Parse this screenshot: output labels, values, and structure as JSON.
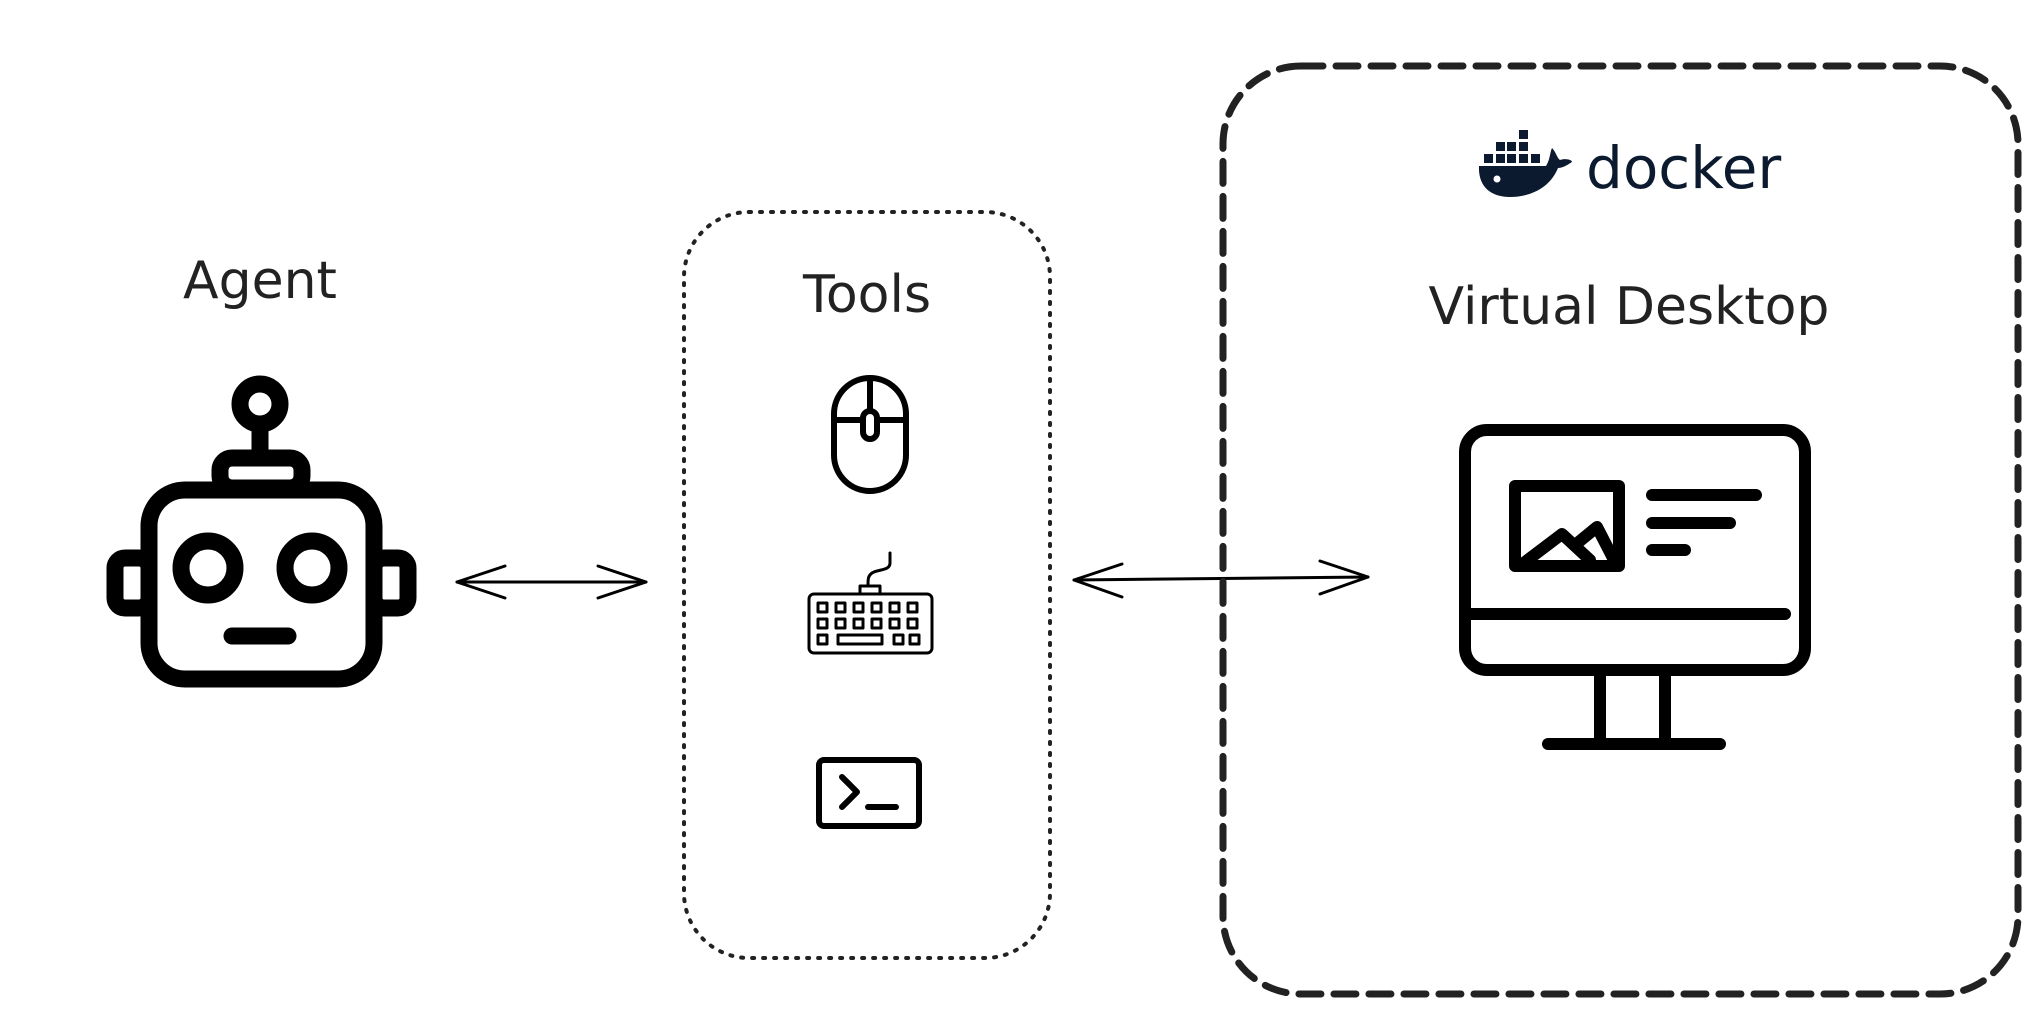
{
  "agent": {
    "label": "Agent",
    "icon": "robot-icon"
  },
  "tools": {
    "label": "Tools",
    "items": [
      {
        "icon": "mouse-icon"
      },
      {
        "icon": "keyboard-icon"
      },
      {
        "icon": "terminal-icon"
      }
    ]
  },
  "environment": {
    "brand": "docker",
    "brand_color": "#0b1a2e",
    "label": "Virtual Desktop",
    "icon": "monitor-icon"
  }
}
